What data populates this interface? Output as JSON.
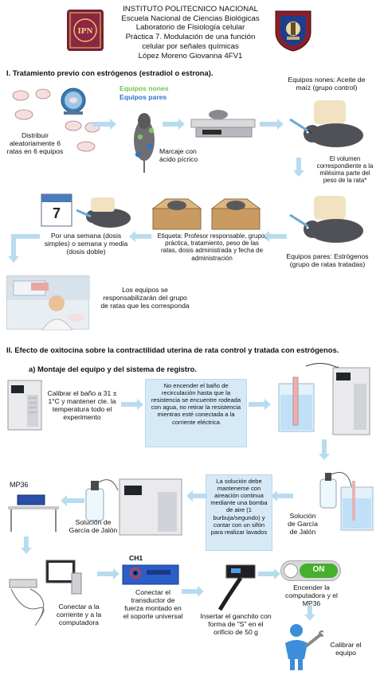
{
  "header": {
    "line1": "INSTITUTO POLITECNICO NACIONAL",
    "line2": "Escuela Nacional de Ciencias Biológicas",
    "line3": "Laboratorio de Fisiología celular",
    "line4": "Práctica 7. Modulación de una función",
    "line5": "celular por señales químicas",
    "line6": "López Moreno Giovanna   4FV1",
    "logo_left_text": "IPN"
  },
  "section1": {
    "title": "I. Tratamiento previo con estrógenos (estradiol o estrona).",
    "distribute": "Distribuir aleatoriamente 6 ratas en 6 equipos",
    "legend_nones": "Equipos nones",
    "legend_pares": "Equipos pares",
    "marcaje": "Marcaje con ácido pícrico",
    "nones_oil": "Equipos nones: Aceite de maíz (grupo control)",
    "volume_note": "El volumen correspondiente a la milésima parte del peso de la rata*",
    "pares_estro": "Equipos pares: Estrógenos (grupo de ratas tratadas)",
    "etiqueta": "Etiqueta: Profesor responsable, grupo, práctica, tratamiento, peso de las ratas, dosis administrada y fecha de administración",
    "semana": "Por una semana (dosis simples) o semana y media (dosis doble)",
    "responsables": "Los equipos se responsabilizarán del grupo de ratas que les corresponda",
    "calendar_day": "7"
  },
  "section2": {
    "title": "II. Efecto de oxitocina sobre la contractilidad uterina de rata control y tratada con estrógenos.",
    "subtitle": "a) Montaje del equipo y del sistema de registro.",
    "calibrar_bano": "Calibrar el baño a 31 ± 1°C y mantener cte. la temperatura todo el experimento",
    "no_encender": "No encender el baño de recirculación hasta que la resistencia se encuentre rodeada con agua, no retirar la resistencia mientras esté conectada a la corriente eléctrica",
    "solucion_right": "Solución de García de Jalón",
    "burbuja_note": "La solución debe mantenerse con aireación continua mediante una bomba de aire (1 burbuja/segundo) y contar con un sifón para realizar lavados",
    "solucion_left": "Solución de García de Jalón",
    "mp36_label": "MP36",
    "conectar_corriente": "Conectar a la corriente y a la computadora",
    "ch1_label": "CH1",
    "conectar_transductor": "Conectar el transductor de fuerza montado en el soporte universal",
    "insertar_ganchito": "Insertar el ganchito con forma de \"S\" en el orificio de 50 g",
    "encender": "Encender la computadora y el MP36",
    "switch_on": "ON",
    "calibrar_equipo": "Calibrar el equipo"
  }
}
